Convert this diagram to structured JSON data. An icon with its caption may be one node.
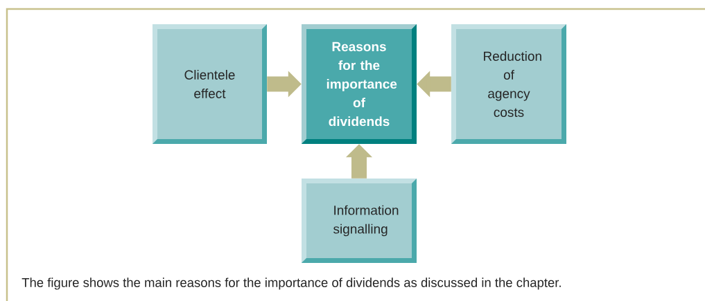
{
  "diagram": {
    "caption": "The figure shows the main reasons for the importance of dividends as discussed in the chapter.",
    "nodes": [
      {
        "text": [
          "Clientele effect"
        ]
      },
      {
        "text": [
          "Reasons for the importance of dividends"
        ]
      },
      {
        "text": [
          "Reduction of agency costs"
        ]
      },
      {
        "text": [
          "Information signalling"
        ]
      }
    ],
    "edges": [
      {
        "from": 0,
        "to": 1,
        "arrow": "to"
      },
      {
        "from": 2,
        "to": 1,
        "arrow": "to"
      },
      {
        "from": 3,
        "to": 1,
        "arrow": "to"
      }
    ]
  }
}
